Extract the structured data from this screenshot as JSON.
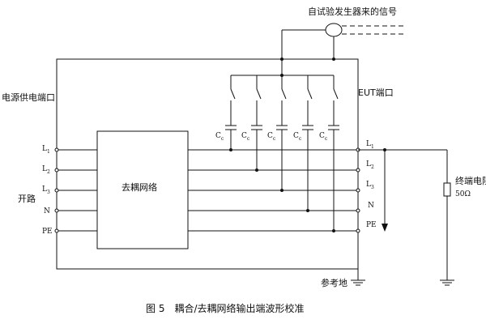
{
  "labels": {
    "signal_source": "自试验发生器来的信号",
    "power_port": "电源供电端口",
    "eut_port": "EUT端口",
    "decoupling_network": "去耦网络",
    "open_circuit": "开路",
    "termination": "终端电阻",
    "resistance": "50Ω",
    "reference_ground": "参考地",
    "caption": "图 5　耦合/去耦网络输出端波形校准"
  },
  "left_terminals": [
    {
      "base": "L",
      "sub": "1"
    },
    {
      "base": "L",
      "sub": "2"
    },
    {
      "base": "L",
      "sub": "3"
    },
    {
      "base": "N",
      "sub": ""
    },
    {
      "base": "PE",
      "sub": ""
    }
  ],
  "right_terminals": [
    {
      "base": "L",
      "sub": "1"
    },
    {
      "base": "L",
      "sub": "2"
    },
    {
      "base": "L",
      "sub": "3"
    },
    {
      "base": "N",
      "sub": ""
    },
    {
      "base": "PE",
      "sub": ""
    }
  ],
  "capacitors": [
    {
      "base": "C",
      "sub": "c"
    },
    {
      "base": "C",
      "sub": "c"
    },
    {
      "base": "C",
      "sub": "c"
    },
    {
      "base": "C",
      "sub": "c"
    },
    {
      "base": "C",
      "sub": "c"
    }
  ]
}
